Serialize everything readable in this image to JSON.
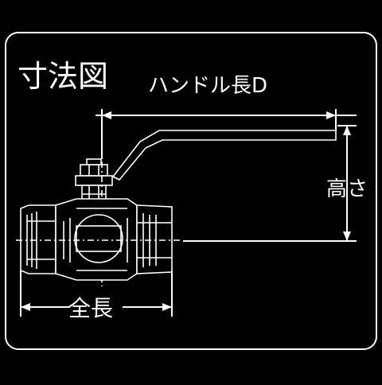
{
  "diagram": {
    "title": "寸法図",
    "labels": {
      "handle_length": "ハンドル長D",
      "height": "高さ",
      "overall_length": "全長"
    }
  },
  "colors": {
    "background": "#000000",
    "frame": "#ffffff",
    "line": "#ffffff"
  }
}
